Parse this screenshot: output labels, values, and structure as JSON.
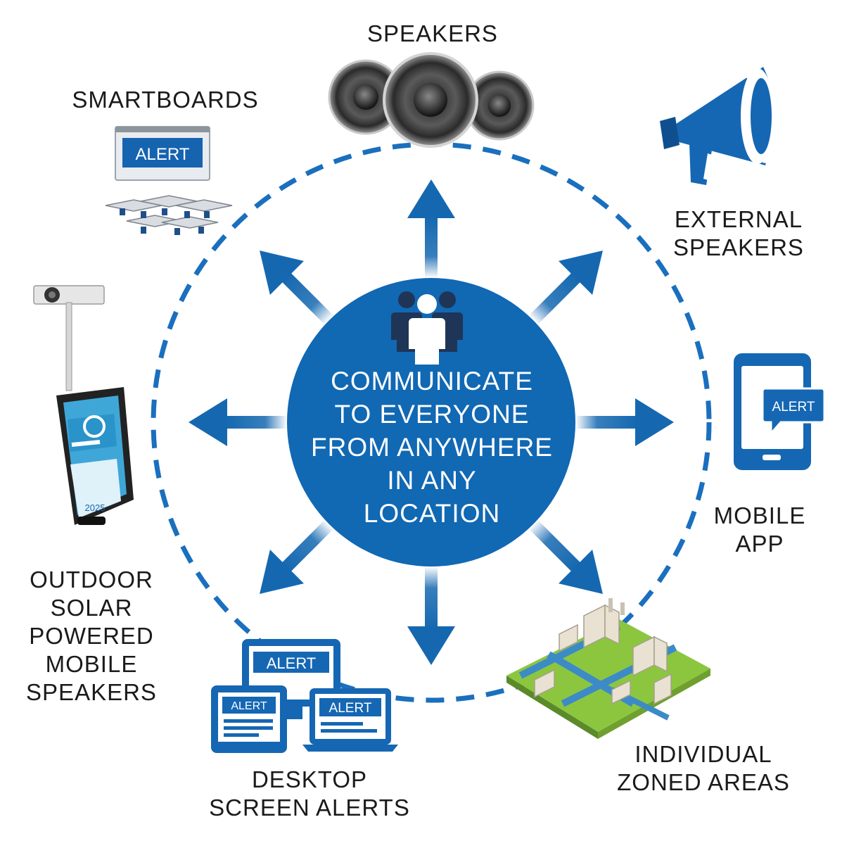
{
  "center": {
    "lines": [
      "COMMUNICATE",
      "TO EVERYONE",
      "FROM ANYWHERE",
      "IN ANY",
      "LOCATION"
    ],
    "icon": "people-group-icon"
  },
  "nodes": {
    "speakers": {
      "lines": [
        "SPEAKERS"
      ],
      "icon": "speakers-icon"
    },
    "smartboards": {
      "lines": [
        "SMARTBOARDS"
      ],
      "icon": "smartboard-icon",
      "screen_text": "ALERT"
    },
    "external_speakers": {
      "lines": [
        "EXTERNAL",
        "SPEAKERS"
      ],
      "icon": "megaphone-icon"
    },
    "mobile_app": {
      "lines": [
        "MOBILE",
        "APP"
      ],
      "icon": "smartphone-icon",
      "screen_text": "ALERT"
    },
    "zoned_areas": {
      "lines": [
        "INDIVIDUAL",
        "ZONED AREAS"
      ],
      "icon": "city-map-icon"
    },
    "desktop_alerts": {
      "lines": [
        "DESKTOP",
        "SCREEN ALERTS"
      ],
      "icon": "devices-icon",
      "screen_texts": [
        "ALERT",
        "ALERT",
        "ALERT"
      ]
    },
    "outdoor_speakers": {
      "lines": [
        "OUTDOOR",
        "SOLAR",
        "POWERED",
        "MOBILE",
        "SPEAKERS"
      ],
      "icon": "solar-speaker-trolley-icon",
      "badge_year": "2025"
    }
  },
  "colors": {
    "primary_blue": "#0f6cb6",
    "circle_blue": "#1168b3",
    "dark_navy": "#1f3557",
    "label_text": "#1a1a1a",
    "dash_ring": "#1a6fbe"
  }
}
